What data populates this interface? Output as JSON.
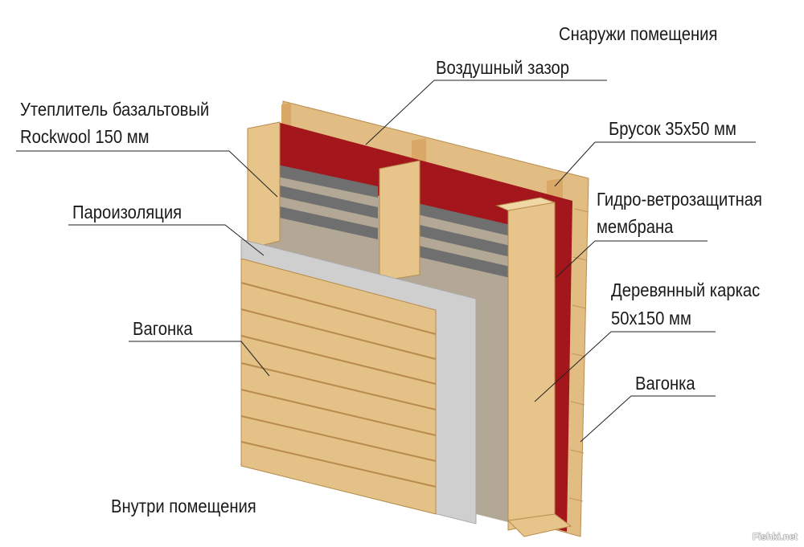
{
  "labels": {
    "outside": "Снаружи помещения",
    "air_gap": "Воздушный зазор",
    "insulation_line1": "Утеплитель базальтовый",
    "insulation_line2": "Rockwool 150 мм",
    "batten": "Брусок 35х50 мм",
    "membrane_line1": "Гидро-ветрозащитная",
    "membrane_line2": "мембрана",
    "vapor_barrier": "Пароизоляция",
    "frame_line1": "Деревянный каркас",
    "frame_line2": "50х150 мм",
    "lining_inner": "Вагонка",
    "lining_outer": "Вагонка",
    "inside": "Внутри помещения"
  },
  "watermark": "Fishki.net",
  "colors": {
    "wood": "#e6c48a",
    "wood_dark": "#c99a55",
    "membrane": "#a3161b",
    "insulation": "#b3a795",
    "vapor": "#c9c9c9"
  }
}
